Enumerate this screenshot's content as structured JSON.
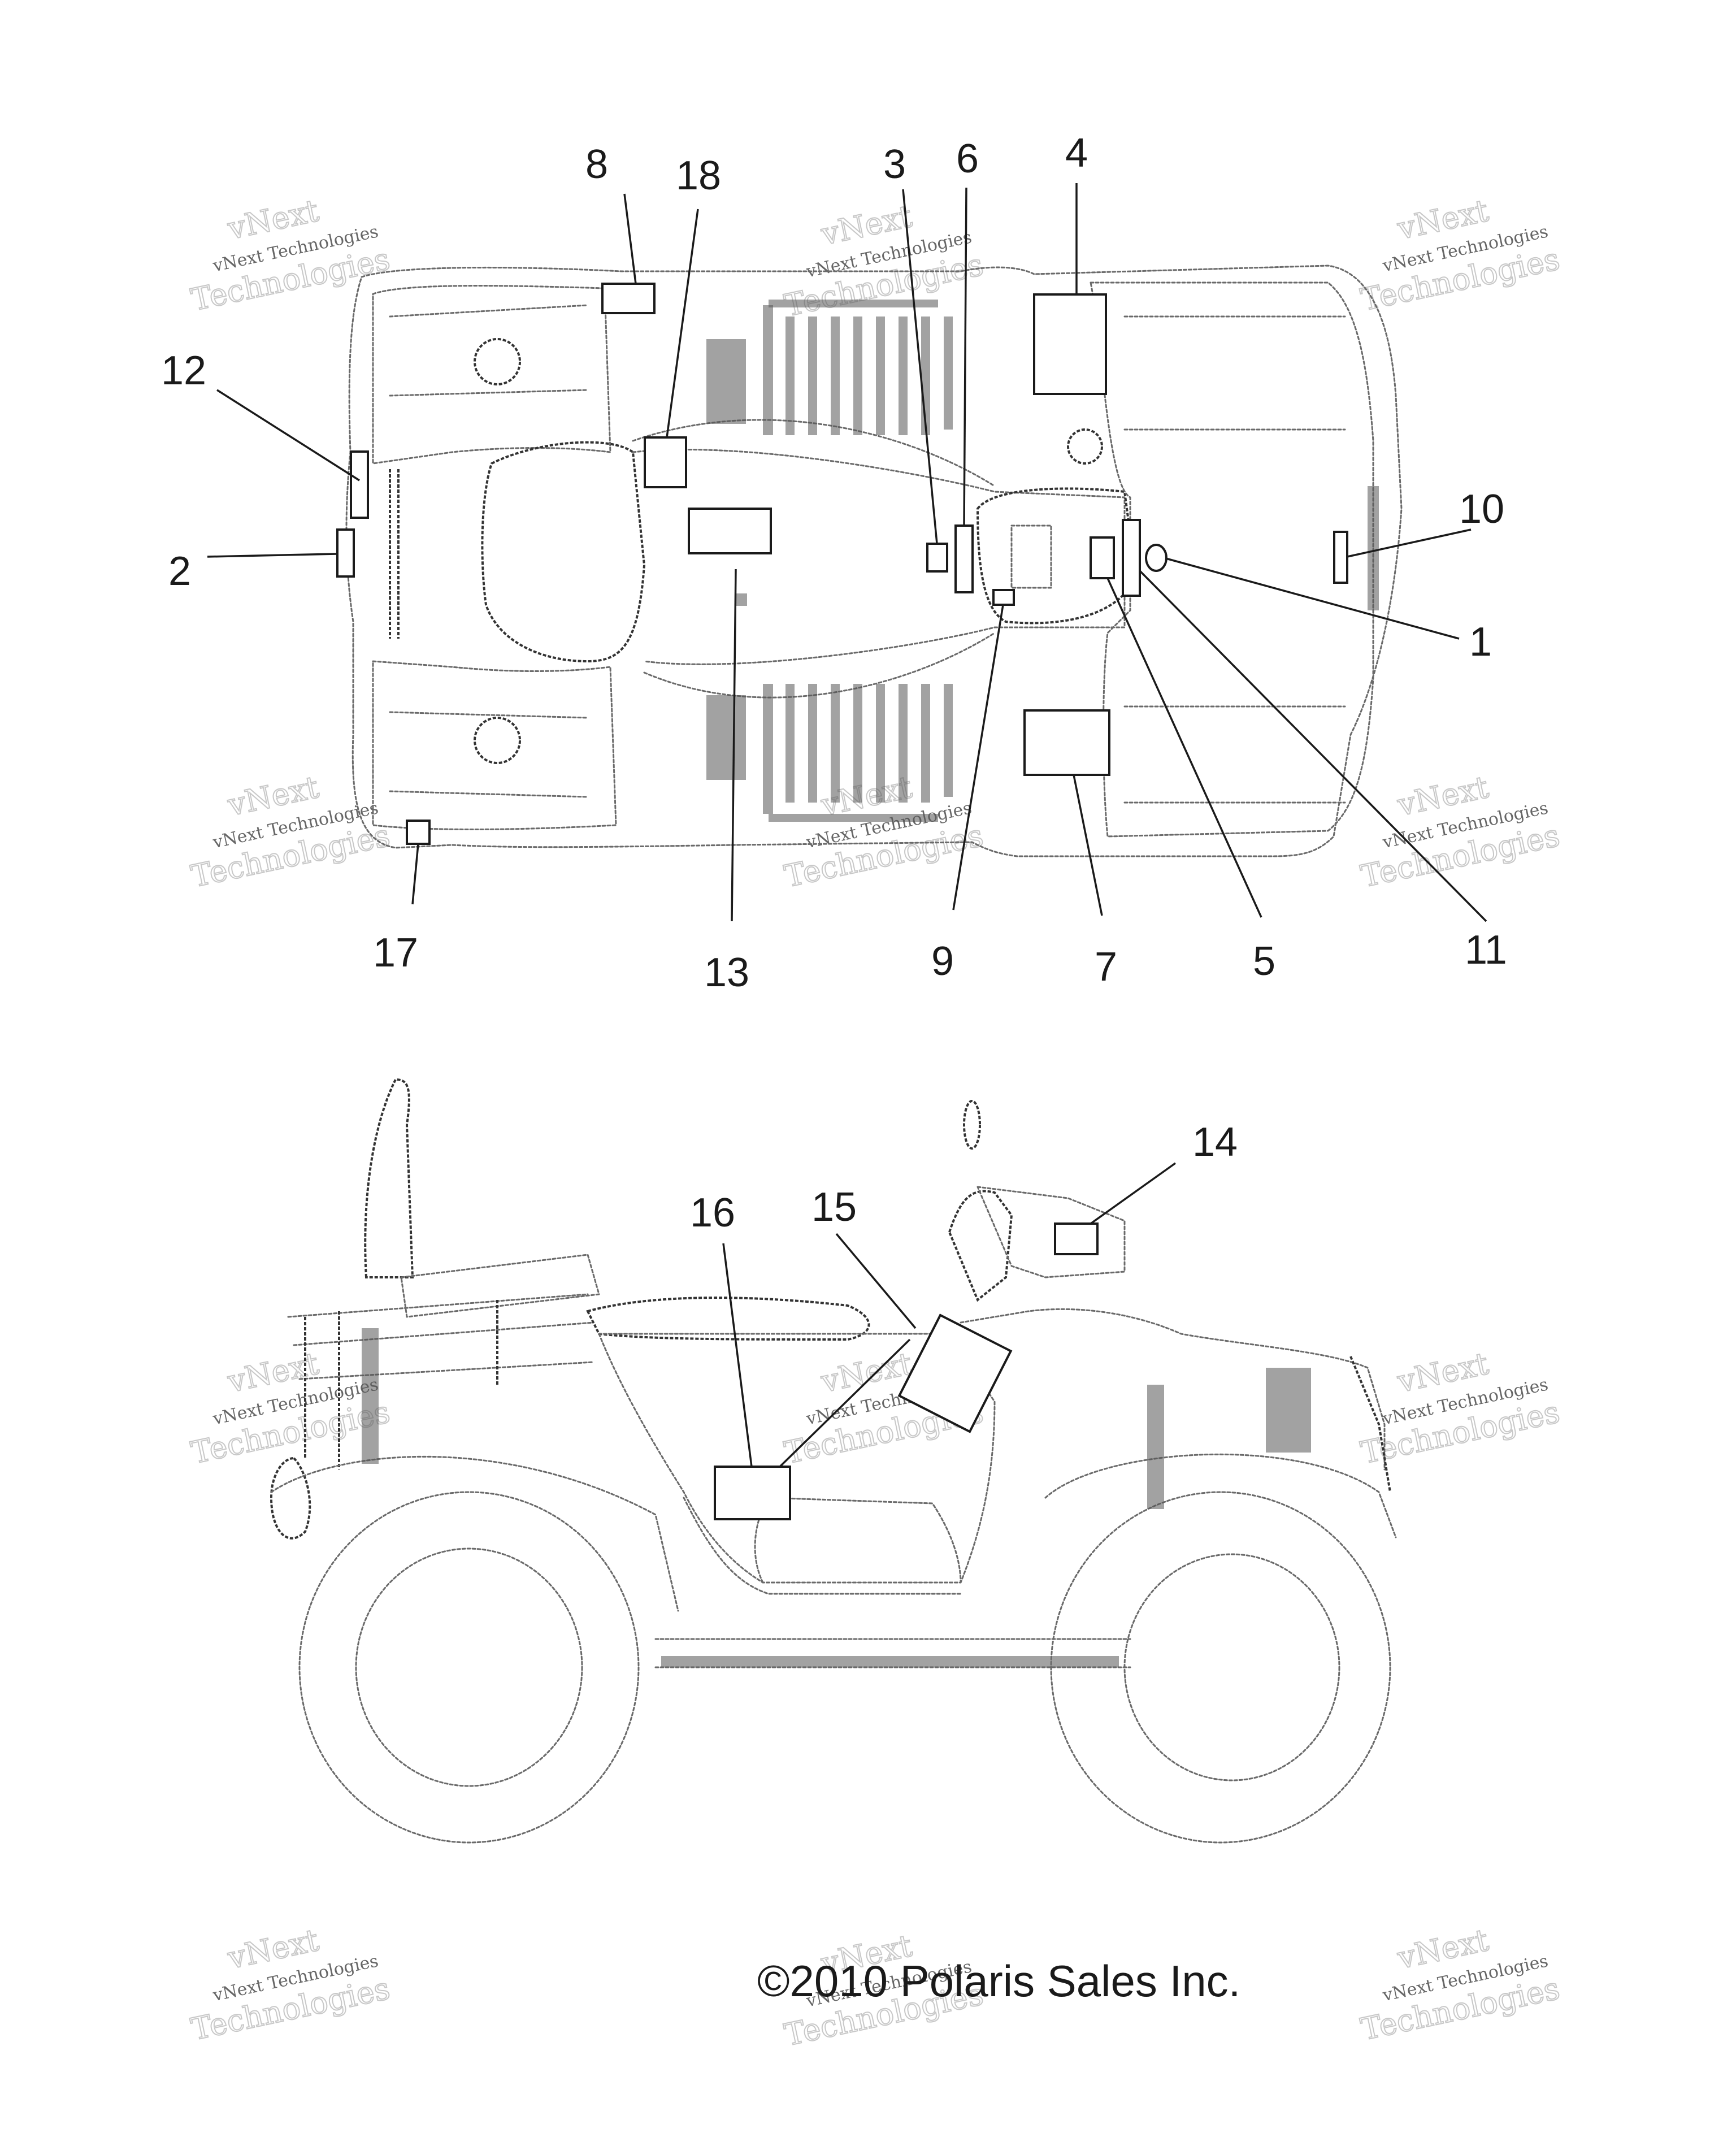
{
  "callouts": {
    "c1": "1",
    "c2": "2",
    "c3": "3",
    "c4": "4",
    "c5": "5",
    "c6": "6",
    "c7": "7",
    "c8": "8",
    "c9": "9",
    "c10": "10",
    "c11": "11",
    "c12": "12",
    "c13": "13",
    "c14": "14",
    "c15": "15",
    "c16": "16",
    "c17": "17",
    "c18": "18"
  },
  "copyright": "©2010 Polaris Sales Inc.",
  "watermark": {
    "line_small": "vNext Technologies",
    "line_big_1": "vNext",
    "line_big_2": "Technologies"
  }
}
